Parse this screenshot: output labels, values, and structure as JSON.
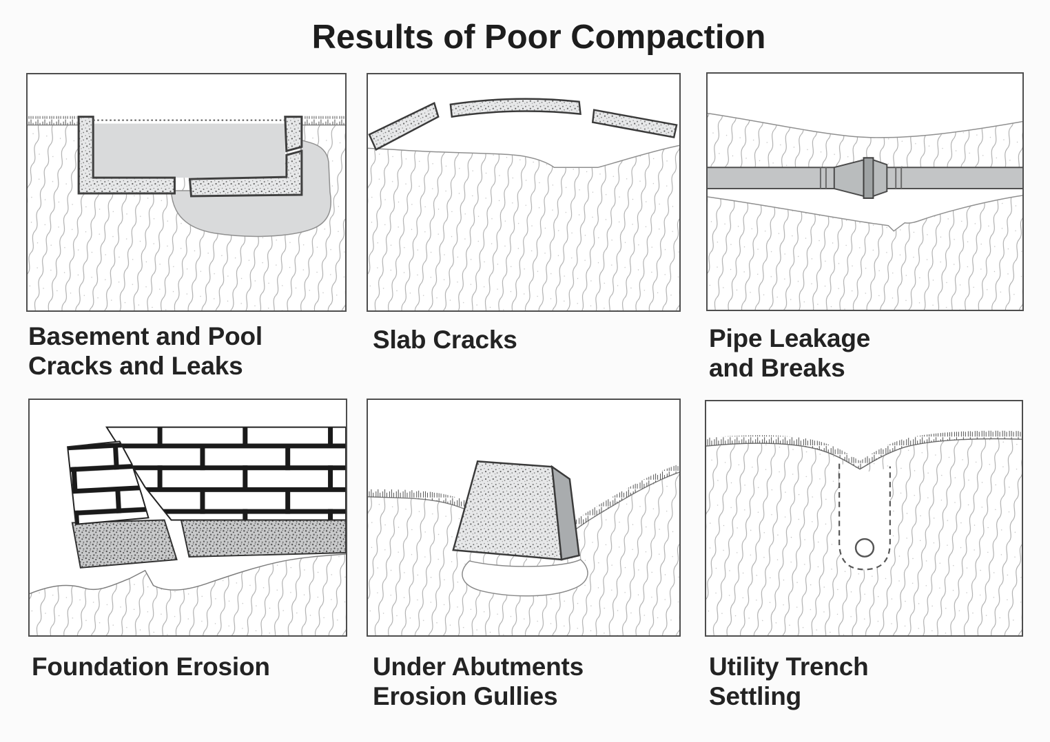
{
  "title": "Results of Poor Compaction",
  "panels": [
    {
      "id": "basement-pool",
      "label": "Basement and Pool\nCracks and Leaks"
    },
    {
      "id": "slab-cracks",
      "label": "Slab Cracks"
    },
    {
      "id": "pipe-leakage",
      "label": "Pipe Leakage\nand Breaks"
    },
    {
      "id": "foundation-erosion",
      "label": "Foundation Erosion"
    },
    {
      "id": "under-abutments",
      "label": "Under Abutments\nErosion Gullies"
    },
    {
      "id": "utility-trench",
      "label": "Utility Trench\nSettling"
    }
  ],
  "colors": {
    "panel_border": "#4d4d4d",
    "ink": "#232323",
    "soil_line": "#a9a9a9",
    "water_gray": "#d9dadb",
    "pipe_gray": "#c3c5c6",
    "concrete_side_gray": "#a9acae",
    "background": "#fbfbfb"
  }
}
